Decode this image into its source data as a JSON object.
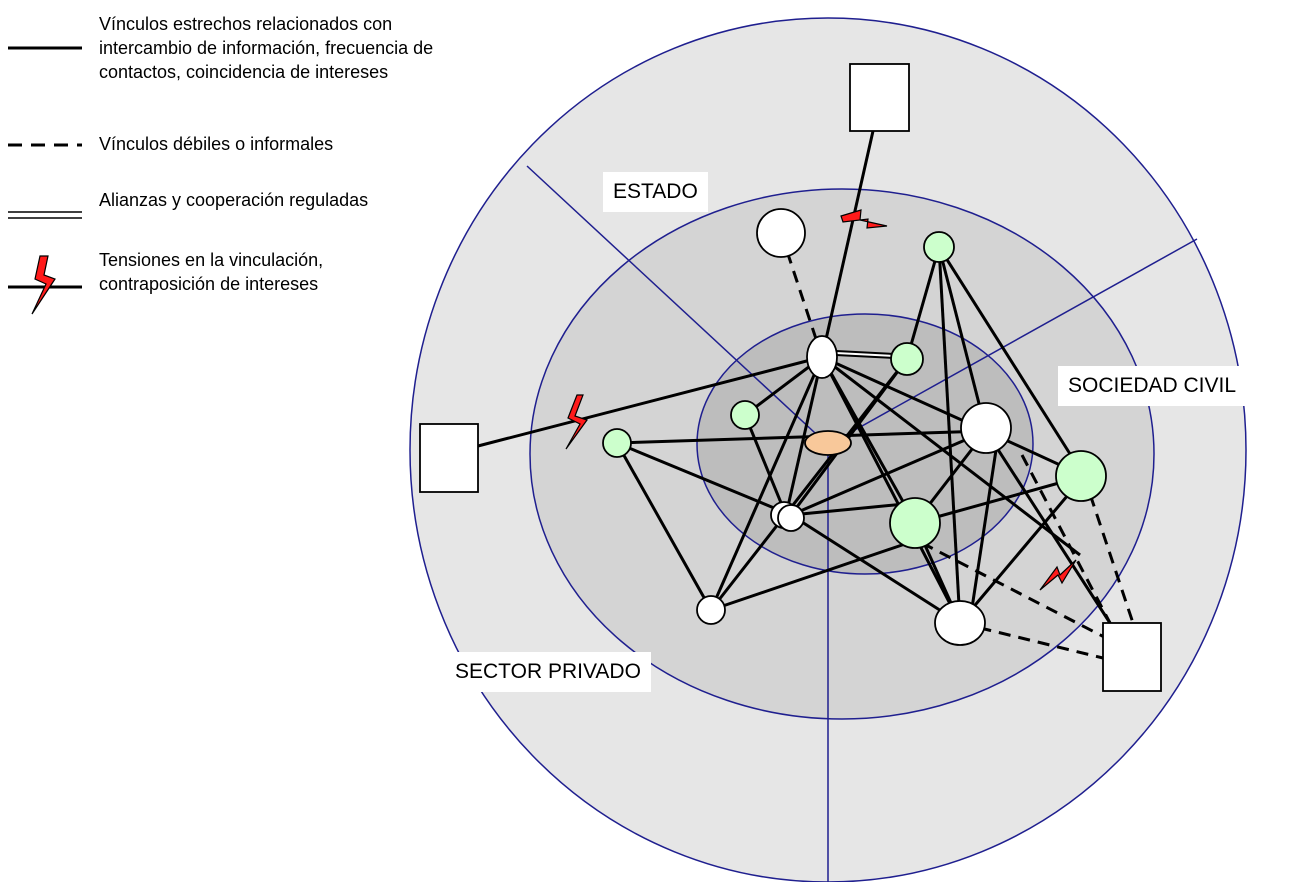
{
  "legend": {
    "strong_links": "Vínculos estrechos relacionados con intercambio de información, frecuencia de contactos, coincidencia de intereses",
    "weak_links": "Vínculos débiles o informales",
    "alliances": "Alianzas y cooperación reguladas",
    "tensions": "Tensiones en la vinculación, contraposición de intereses"
  },
  "sectors": {
    "estado": "ESTADO",
    "sociedad_civil": "SOCIEDAD CIVIL",
    "sector_privado": "SECTOR PRIVADO"
  },
  "colors": {
    "ring_outer": "#e6e6e6",
    "ring_middle": "#d4d4d4",
    "ring_inner": "#bdbdbd",
    "ring_stroke": "#1f1f8f",
    "node_civil": "#ccffcc",
    "node_core": "#f8c89a",
    "tension": "#ff1a1a"
  }
}
